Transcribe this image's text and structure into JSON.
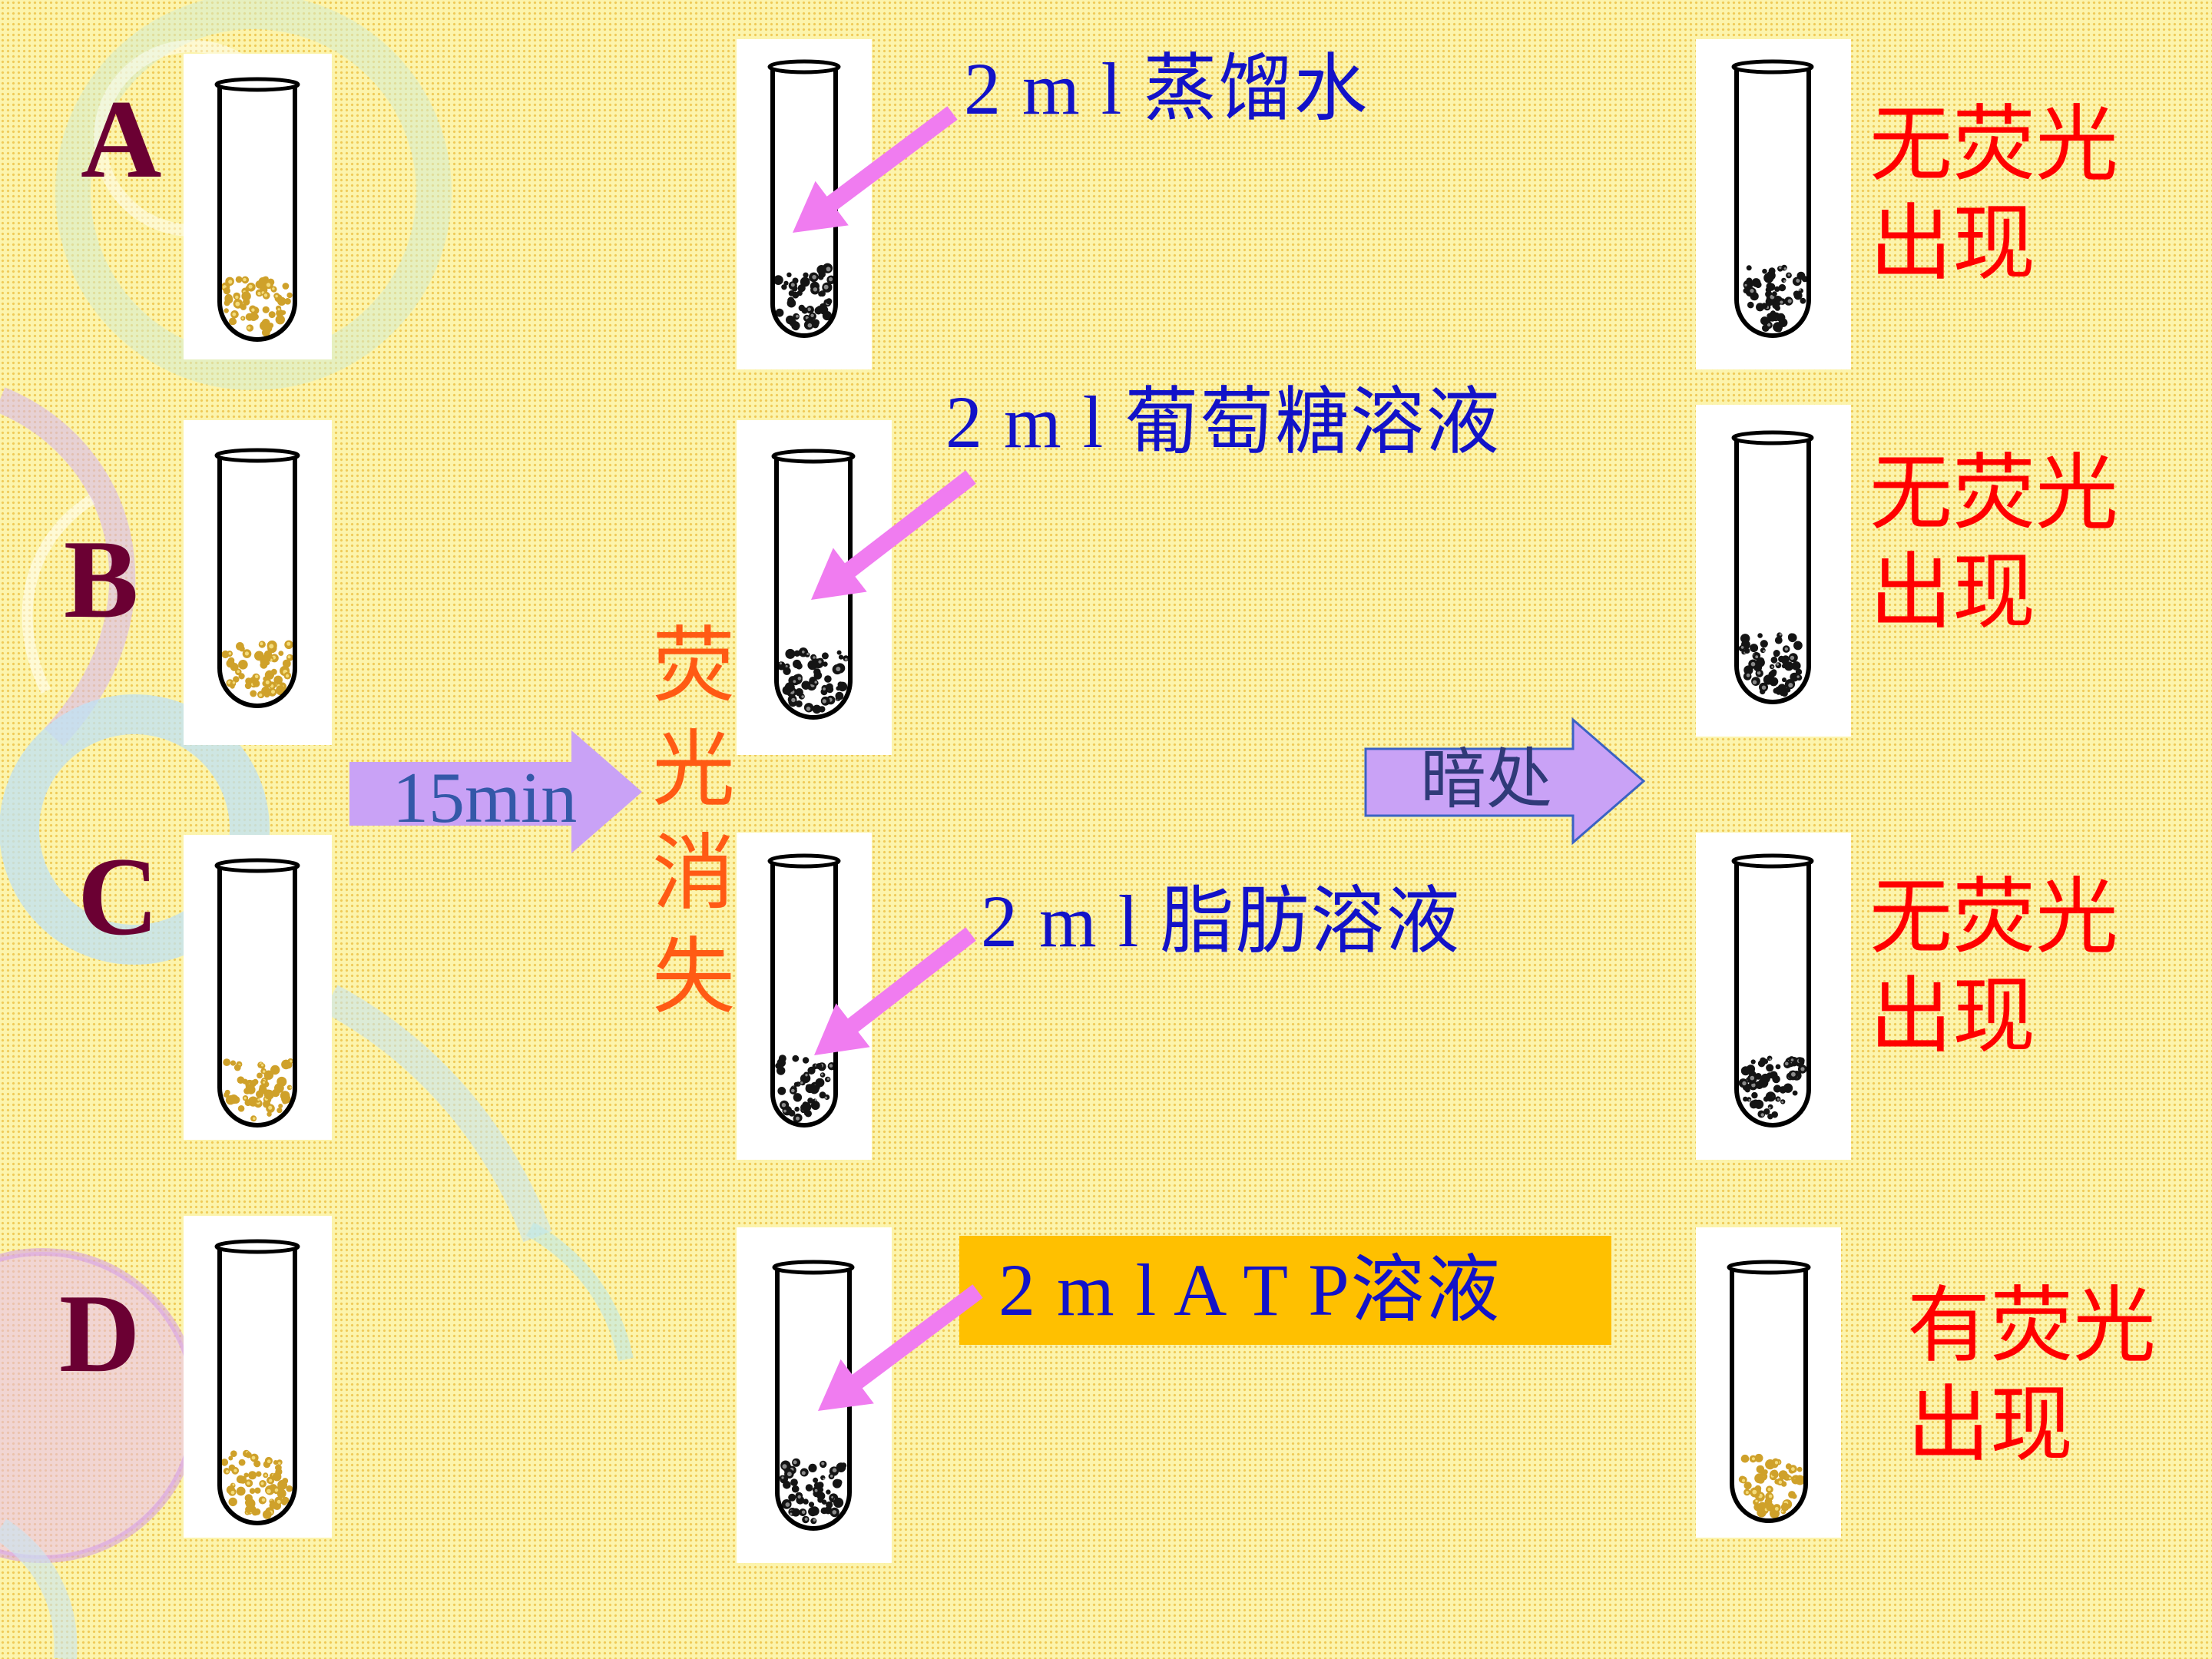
{
  "rows": [
    {
      "label": "A",
      "reagent": "2 m l 蒸馏水",
      "result": [
        "无荧光",
        "出现"
      ],
      "tube_before": [
        "#cfa12a",
        "#f4dc7a"
      ],
      "tube_added": [
        "#141414",
        "#8a8a8a"
      ],
      "tube_after": [
        "#141414",
        "#8a8a8a"
      ]
    },
    {
      "label": "B",
      "reagent": "2 m l 葡萄糖溶液",
      "result": [
        "无荧光",
        "出现"
      ],
      "tube_before": [
        "#cfa12a",
        "#f4dc7a"
      ],
      "tube_added": [
        "#141414",
        "#8a8a8a"
      ],
      "tube_after": [
        "#141414",
        "#8a8a8a"
      ]
    },
    {
      "label": "C",
      "reagent": "2 m l 脂肪溶液",
      "result": [
        "无荧光",
        "出现"
      ],
      "tube_before": [
        "#cfa12a",
        "#f4dc7a"
      ],
      "tube_added": [
        "#141414",
        "#8a8a8a"
      ],
      "tube_after": [
        "#141414",
        "#8a8a8a"
      ]
    },
    {
      "label": "D",
      "reagent": "2 m l A T P溶液",
      "result": [
        "有荧光",
        "出现"
      ],
      "tube_before": [
        "#cfa12a",
        "#f4dc7a"
      ],
      "tube_added": [
        "#141414",
        "#8a8a8a"
      ],
      "tube_after": [
        "#cfa12a",
        "#f4dc7a"
      ]
    }
  ],
  "wait_arrow": {
    "label": "15min"
  },
  "fade_note": "荧光消失",
  "dark_arrow": {
    "label": "暗处"
  },
  "colors": {
    "background": "#fcf4ac",
    "background_dots": "#efca58",
    "row_label": "#6b0033",
    "reagent_text": "#1212c8",
    "reagent_highlight": "#ffc000",
    "result_text": "#ff0000",
    "fade_text": "#ff5a14",
    "pointer_arrow": "#f07cf0",
    "block_arrow_fill": "#c9a2f6",
    "block_arrow_border": "#3a62c4",
    "wait_text": "#3458a8",
    "dark_text": "#2f3a78"
  }
}
